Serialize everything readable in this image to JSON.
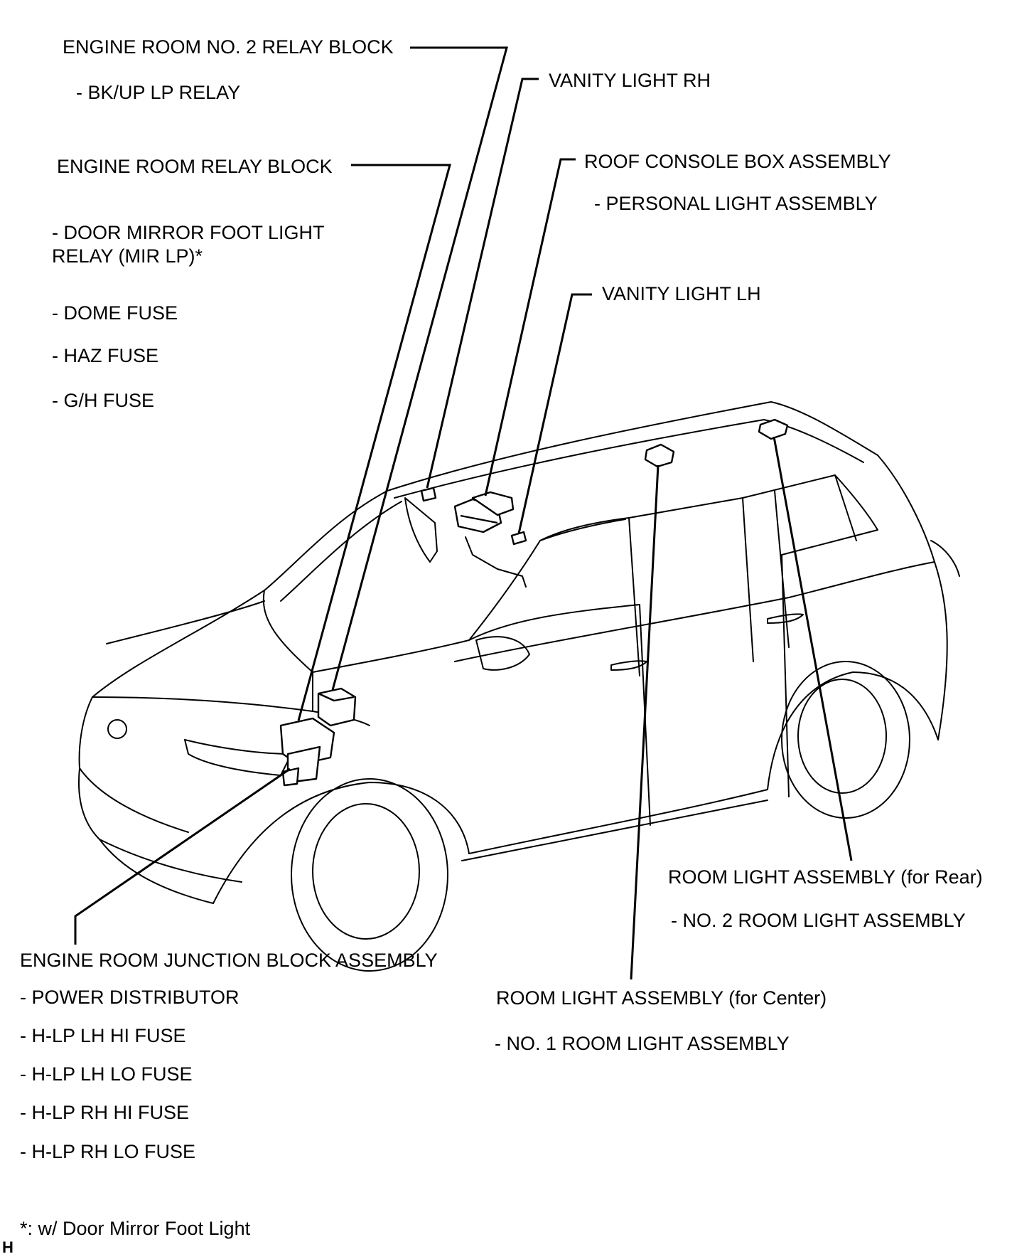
{
  "labels": {
    "er2_relay_block": "ENGINE ROOM NO. 2 RELAY BLOCK",
    "bk_up_lp_relay": "- BK/UP LP RELAY",
    "er_relay_block": "ENGINE ROOM RELAY BLOCK",
    "door_mirror_relay_line1": "- DOOR MIRROR FOOT LIGHT",
    "door_mirror_relay_line2": "RELAY (MIR LP)*",
    "dome_fuse": "- DOME FUSE",
    "haz_fuse": "- HAZ FUSE",
    "gh_fuse": "- G/H FUSE",
    "vanity_rh": "VANITY LIGHT RH",
    "roof_console": "ROOF CONSOLE BOX ASSEMBLY",
    "personal_light": "- PERSONAL LIGHT ASSEMBLY",
    "vanity_lh": "VANITY LIGHT LH",
    "room_light_rear": "ROOM LIGHT ASSEMBLY (for Rear)",
    "no2_room_light": "- NO. 2 ROOM LIGHT ASSEMBLY",
    "room_light_center": "ROOM LIGHT ASSEMBLY (for Center)",
    "no1_room_light": "- NO. 1 ROOM LIGHT ASSEMBLY",
    "er_junction_block": "ENGINE ROOM JUNCTION BLOCK ASSEMBLY",
    "power_distributor": "- POWER DISTRIBUTOR",
    "hlp_lh_hi": "- H-LP LH HI FUSE",
    "hlp_lh_lo": "- H-LP LH LO FUSE",
    "hlp_rh_hi": "- H-LP RH HI FUSE",
    "hlp_rh_lo": "- H-LP RH LO FUSE",
    "footnote": "*: w/ Door Mirror Foot Light",
    "corner_mark": "H"
  }
}
